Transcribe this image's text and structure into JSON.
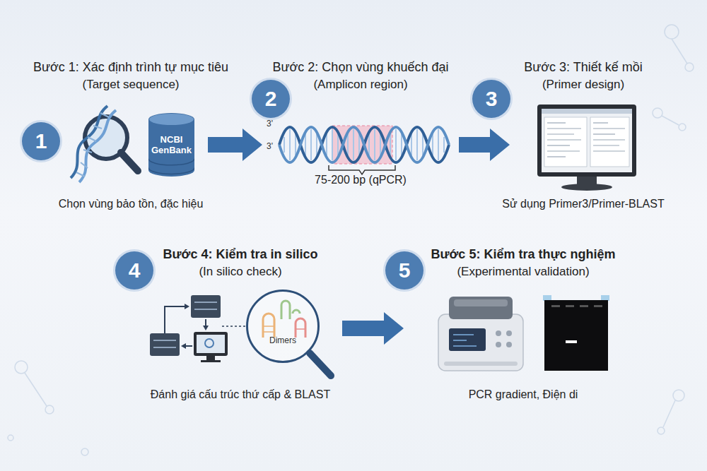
{
  "diagram": {
    "nodes": [
      {
        "text": [
          "Bước 1: Xác định trình tự mục tiêu",
          "(Target sequence)",
          "Chọn vùng bảo tồn, đặc hiệu"
        ]
      },
      {
        "text": [
          "1"
        ],
        "in": 0
      },
      {
        "text": [
          "NCBI GenBank"
        ],
        "in": 0
      },
      {
        "text": [
          "Bước 2: Chọn vùng khuếch đại",
          "(Amplicon region)",
          "75-200 bp (qPCR)"
        ]
      },
      {
        "text": [
          "2"
        ],
        "in": 3
      },
      {
        "text": [
          "Bước 3: Thiết kế mồi",
          "(Primer design)",
          "Sử dụng Primer3/Primer-BLAST"
        ]
      },
      {
        "text": [
          "3"
        ],
        "in": 5
      },
      {
        "text": [
          "Bước 4: Kiểm tra in silico",
          "(In silico check)",
          "Đánh giá cấu trúc thứ cấp & BLAST"
        ]
      },
      {
        "text": [
          "4"
        ],
        "in": 7
      },
      {
        "text": [
          "Dimers"
        ],
        "in": 7
      },
      {
        "text": [
          "Bước 5: Kiểm tra thực nghiệm",
          "(Experimental validation)",
          "PCR gradient, Điện di"
        ]
      },
      {
        "text": [
          "5"
        ],
        "in": 10
      }
    ],
    "edges": [
      {
        "from": 0,
        "to": 3,
        "arrow": "to"
      },
      {
        "from": 3,
        "to": 5,
        "arrow": "to"
      },
      {
        "from": 7,
        "to": 10,
        "arrow": "to"
      }
    ],
    "labels": [
      "3'",
      "3'"
    ]
  }
}
